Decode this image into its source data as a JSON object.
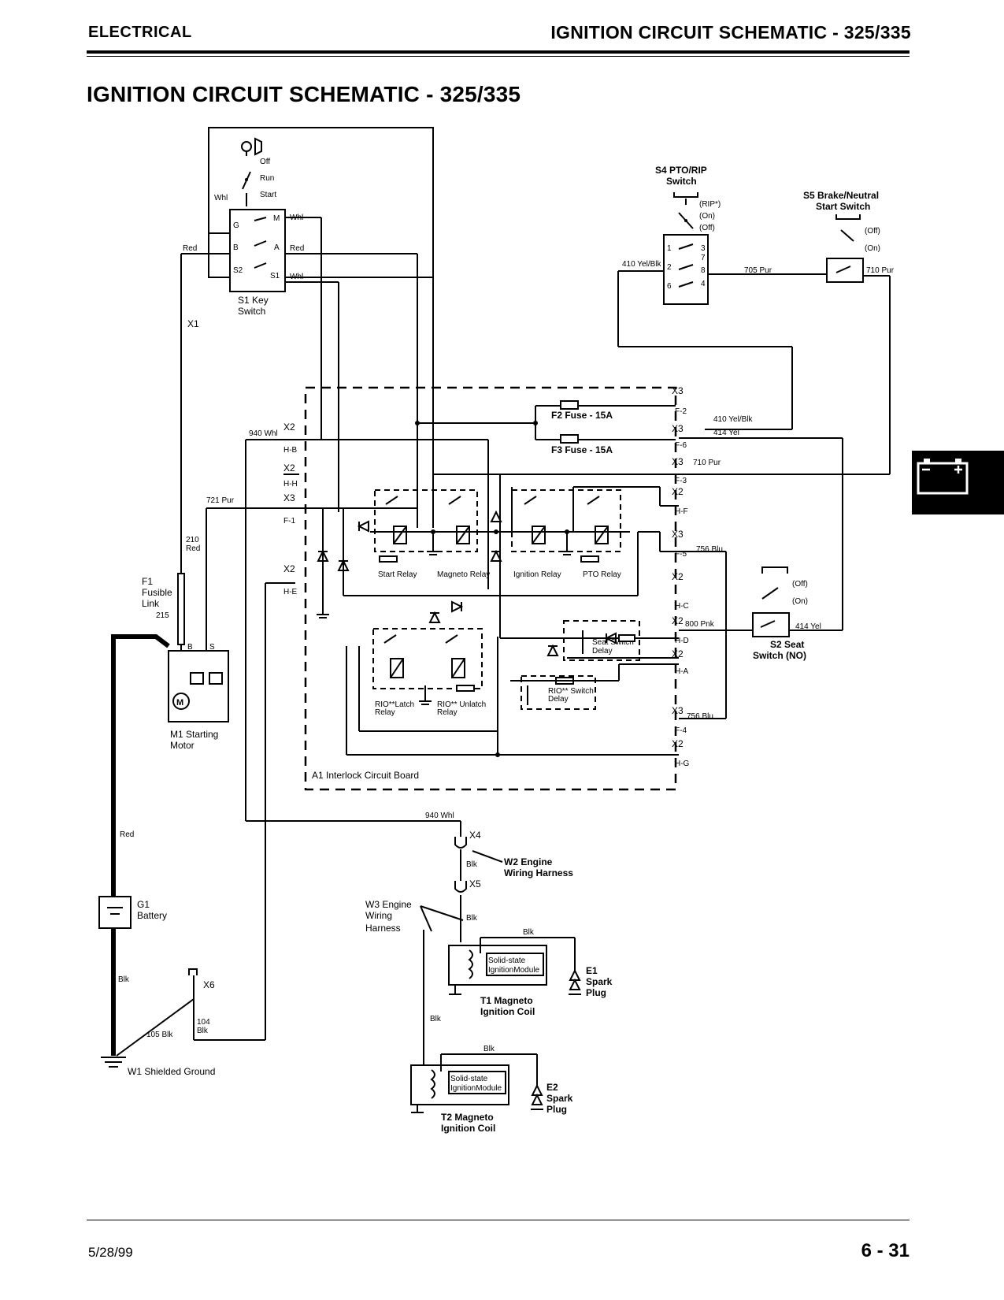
{
  "header": {
    "section": "ELECTRICAL",
    "title": "IGNITION CIRCUIT SCHEMATIC - 325/335"
  },
  "page_title": "IGNITION CIRCUIT SCHEMATIC - 325/335",
  "footer": {
    "date": "5/28/99",
    "page": "6 - 31"
  },
  "tab_icon": "battery-icon",
  "components": {
    "s1": {
      "label1": "S1 Key",
      "label2": "Switch",
      "pos_off": "Off",
      "pos_run": "Run",
      "pos_start": "Start",
      "t_g": "G",
      "t_m": "M",
      "t_b": "B",
      "t_a": "A",
      "t_s2": "S2",
      "t_s1": "S1"
    },
    "s4": {
      "label1": "S4 PTO/RIP",
      "label2": "Switch",
      "pos_rip": "(RIP*)",
      "pos_on": "(On)",
      "pos_off": "(Off)",
      "p1": "1",
      "p2": "2",
      "p3": "3",
      "p6": "6",
      "p7": "7",
      "p8": "8",
      "p4": "4"
    },
    "s5": {
      "label1": "S5 Brake/Neutral",
      "label2": "Start Switch",
      "pos_off": "(Off)",
      "pos_on": "(On)"
    },
    "s2": {
      "label1": "S2 Seat",
      "label2": "Switch (NO)",
      "pos_off": "(Off)",
      "pos_on": "(On)"
    },
    "f2": "F2 Fuse - 15A",
    "f3": "F3 Fuse - 15A",
    "a1": "A1 Interlock Circuit Board",
    "start_relay": "Start Relay",
    "magneto_relay": "Magneto Relay",
    "ignition_relay": "Ignition Relay",
    "pto_relay": "PTO Relay",
    "rio_latch1": "RIO**Latch",
    "rio_latch2": "Relay",
    "rio_unlatch1": "RIO** Unlatch",
    "rio_unlatch2": "Relay",
    "seat_delay1": "Seat Switch",
    "seat_delay2": "Delay",
    "rio_delay1": "RIO** Switch",
    "rio_delay2": "Delay",
    "f1": {
      "l1": "F1",
      "l2": "Fusible",
      "l3": "Link",
      "num": "215"
    },
    "m1": {
      "l1": "M1 Starting",
      "l2": "Motor",
      "b": "B",
      "s": "S"
    },
    "g1": {
      "l1": "G1",
      "l2": "Battery"
    },
    "w1": "W1 Shielded Ground",
    "w2": {
      "l1": "W2 Engine",
      "l2": "Wiring Harness"
    },
    "w3": {
      "l1": "W3 Engine",
      "l2": "Wiring",
      "l3": "Harness"
    },
    "t1": {
      "l1": "T1 Magneto",
      "l2": "Ignition Coil"
    },
    "t2": {
      "l1": "T2 Magneto",
      "l2": "Ignition Coil"
    },
    "module1": "Solid-state",
    "module2": "IgnitionModule",
    "e1": {
      "l1": "E1",
      "l2": "Spark",
      "l3": "Plug"
    },
    "e2": {
      "l1": "E2",
      "l2": "Spark",
      "l3": "Plug"
    }
  },
  "connectors": {
    "x1": "X1",
    "x2": "X2",
    "x3": "X3",
    "x4": "X4",
    "x5": "X5",
    "x6": "X6",
    "hb": "H-B",
    "hh": "H-H",
    "f1": "F-1",
    "he": "H-E",
    "f2": "F-2",
    "f6": "F-6",
    "f3": "F-3",
    "hf": "H-F",
    "f5": "F-5",
    "hc": "H-C",
    "hd": "H-D",
    "ha": "H-A",
    "f4": "F-4",
    "hg": "H-G"
  },
  "wires": {
    "whl": "Whl",
    "red": "Red",
    "blk": "Blk",
    "w940": "940 Whl",
    "w721": "721 Pur",
    "w210a": "210",
    "w210b": "Red",
    "w410": "410 Yel/Blk",
    "w705": "705 Pur",
    "w710": "710 Pur",
    "w414": "414 Yel",
    "w756": "756 Blu",
    "w800": "800 Pnk",
    "w105": "105 Blk",
    "w104a": "104",
    "w104b": "Blk"
  }
}
